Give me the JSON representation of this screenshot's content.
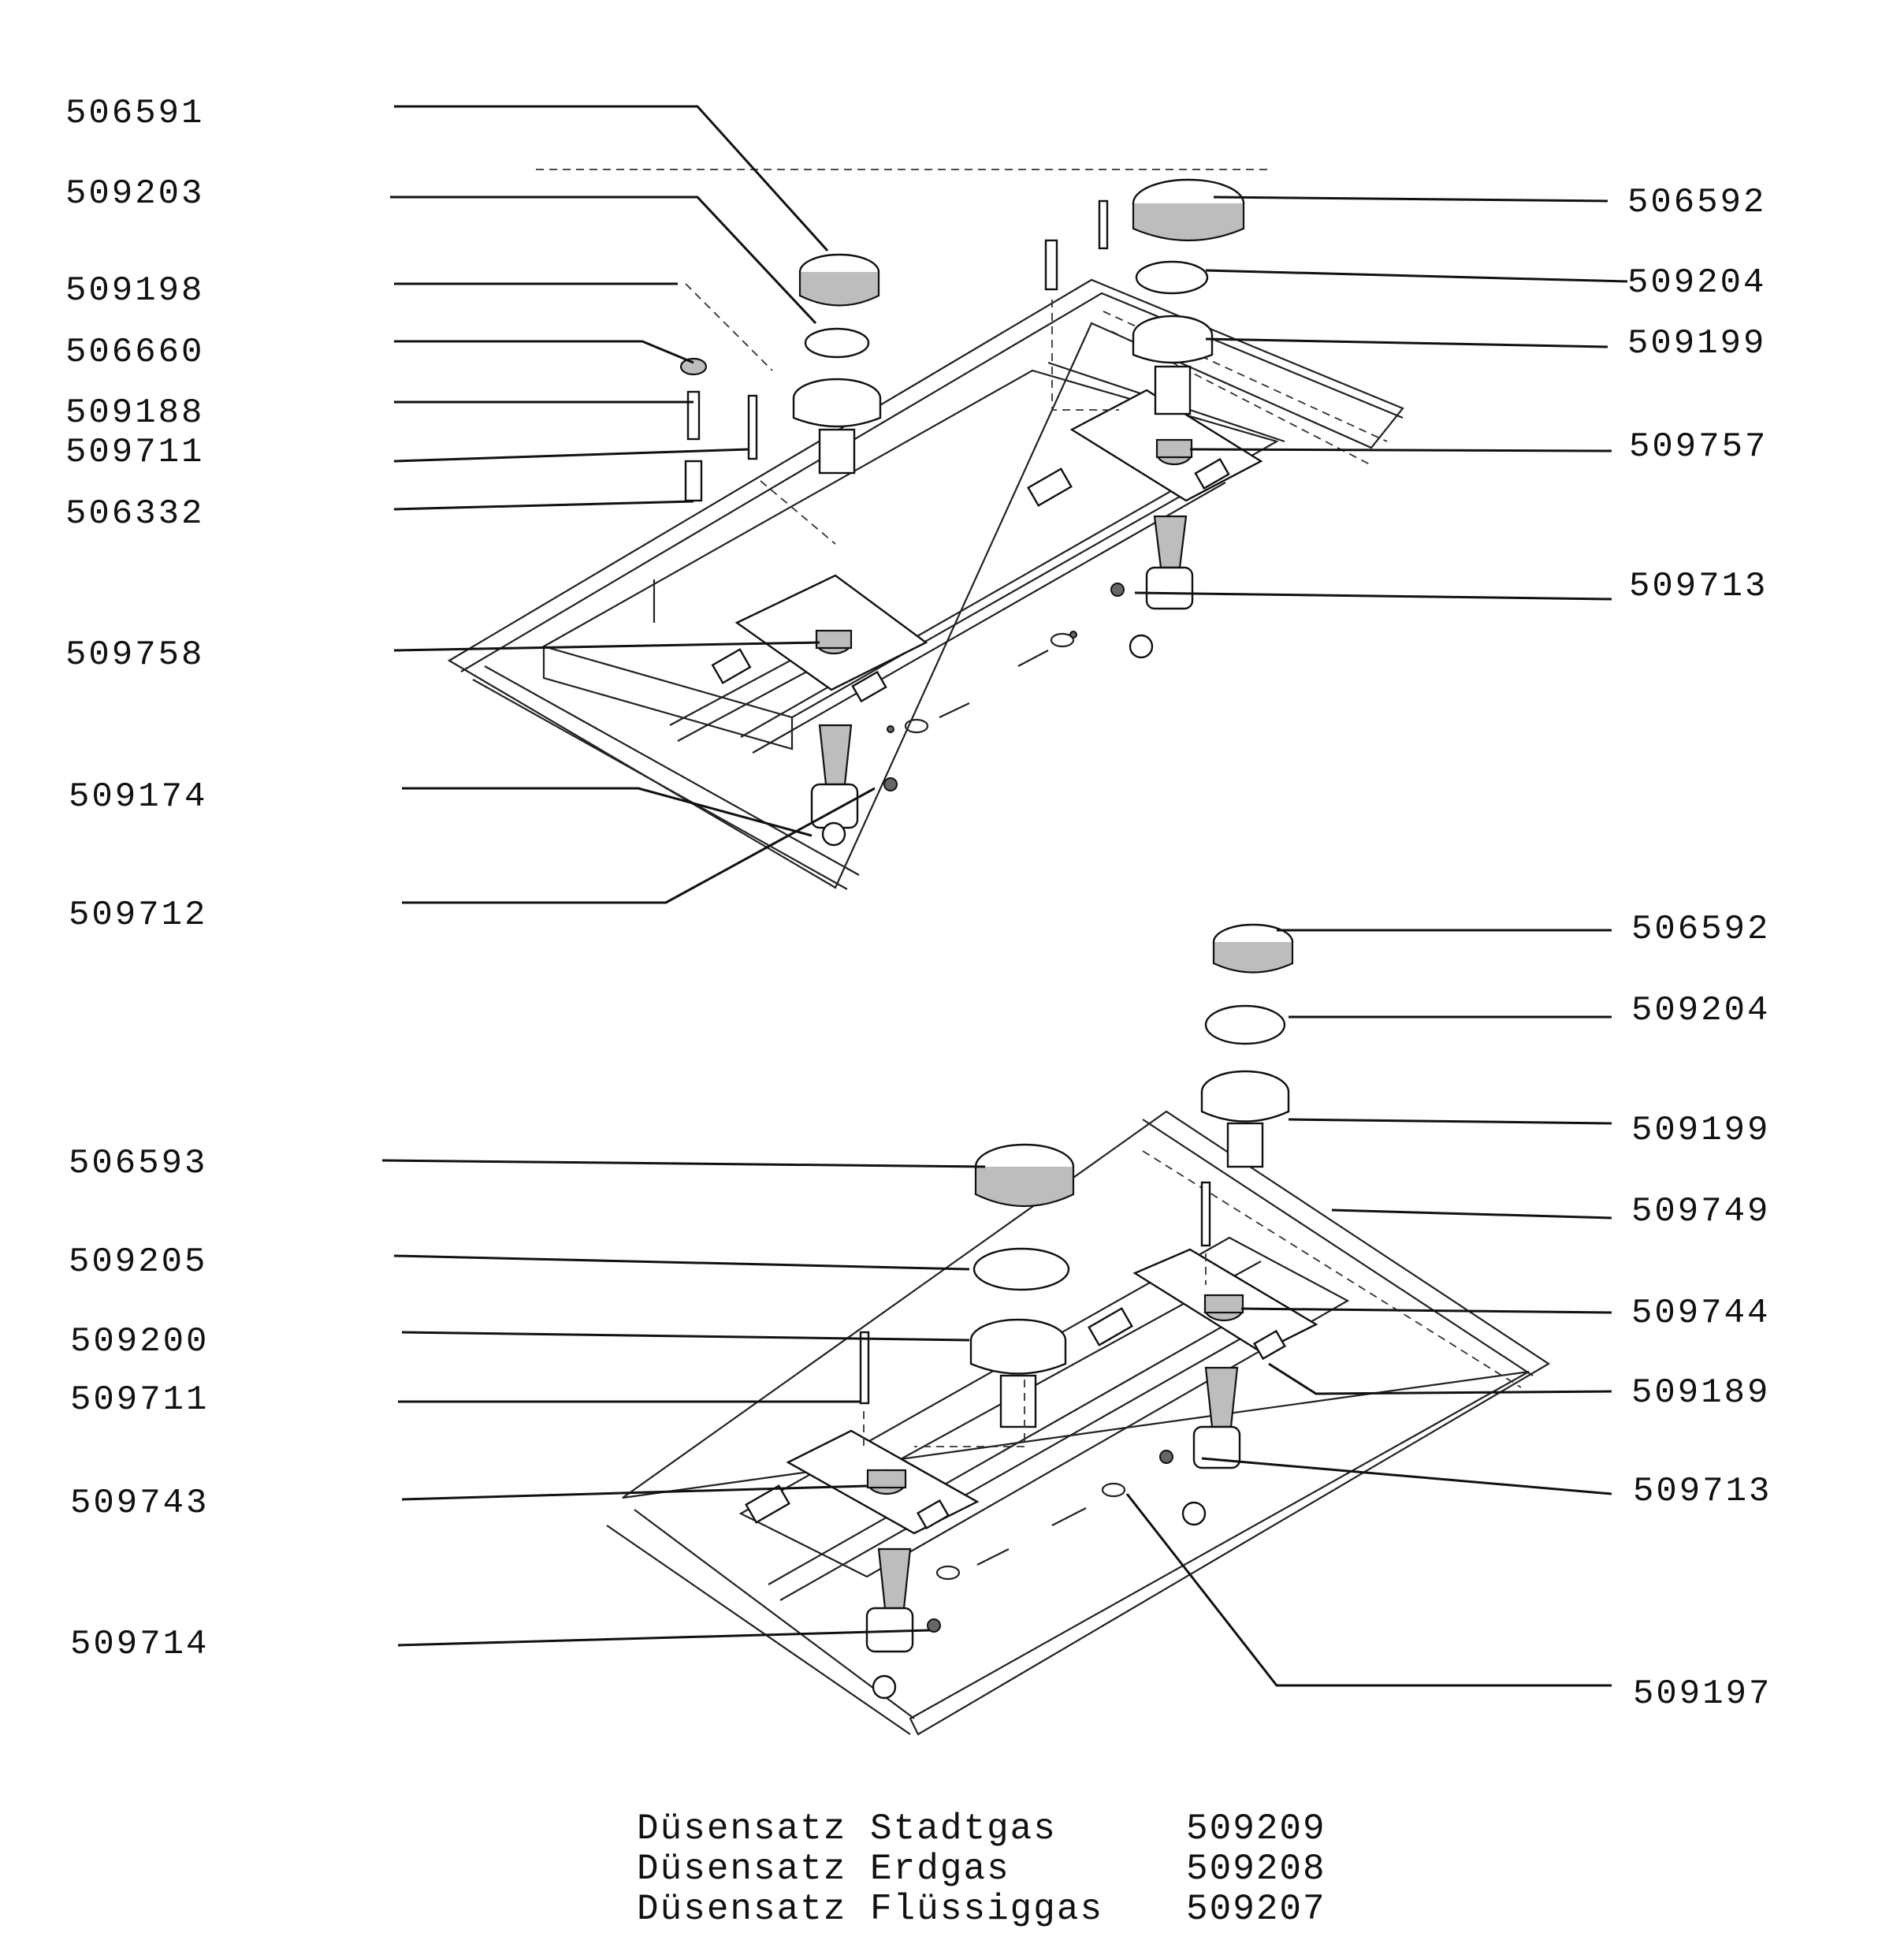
{
  "labels_left_top": [
    "506591",
    "509203",
    "509198",
    "506660",
    "509188",
    "509711",
    "506332",
    "509758",
    "509174",
    "509712"
  ],
  "labels_right_top": [
    "506592",
    "509204",
    "509199",
    "509757",
    "509713"
  ],
  "labels_right_bottom": [
    "506592",
    "509204",
    "509199",
    "509749",
    "509744",
    "509189",
    "509713",
    "509197"
  ],
  "labels_left_bottom": [
    "506593",
    "509205",
    "509200",
    "509711",
    "509743",
    "509714"
  ],
  "nozzle_sets": [
    {
      "name": "Düsensatz Stadtgas",
      "number": "509209"
    },
    {
      "name": "Düsensatz Erdgas",
      "number": "509208"
    },
    {
      "name": "Düsensatz Flüssiggas",
      "number": "509207"
    }
  ]
}
